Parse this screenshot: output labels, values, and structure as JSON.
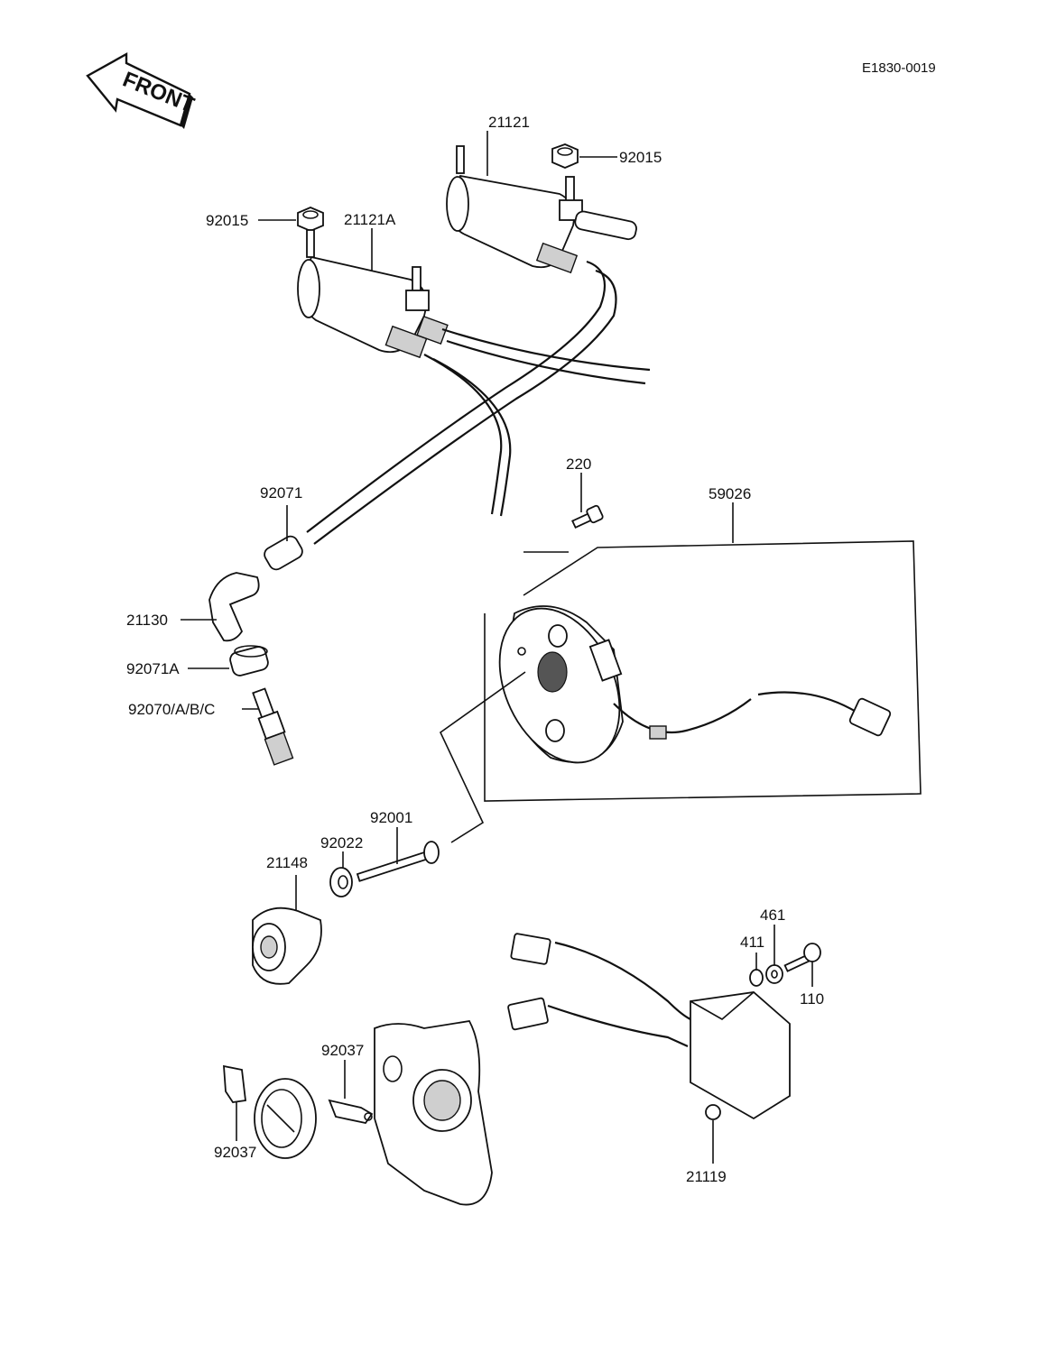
{
  "diagram": {
    "code": "E1830-0019",
    "front_label": "FRONT",
    "labels": {
      "coil_right": "21121",
      "nut_right": "92015",
      "nut_left": "92015",
      "coil_left": "21121A",
      "resistor": "92071",
      "cap": "21130",
      "seal": "92071A",
      "plug": "92070/A/B/C",
      "screw_220": "220",
      "stator": "59026",
      "bolt": "92001",
      "washer": "92022",
      "pickup": "21148",
      "clamp_right": "92037",
      "clamp_left": "92037",
      "washer_461": "461",
      "washer_411": "411",
      "bolt_110": "110",
      "regulator": "21119"
    }
  }
}
